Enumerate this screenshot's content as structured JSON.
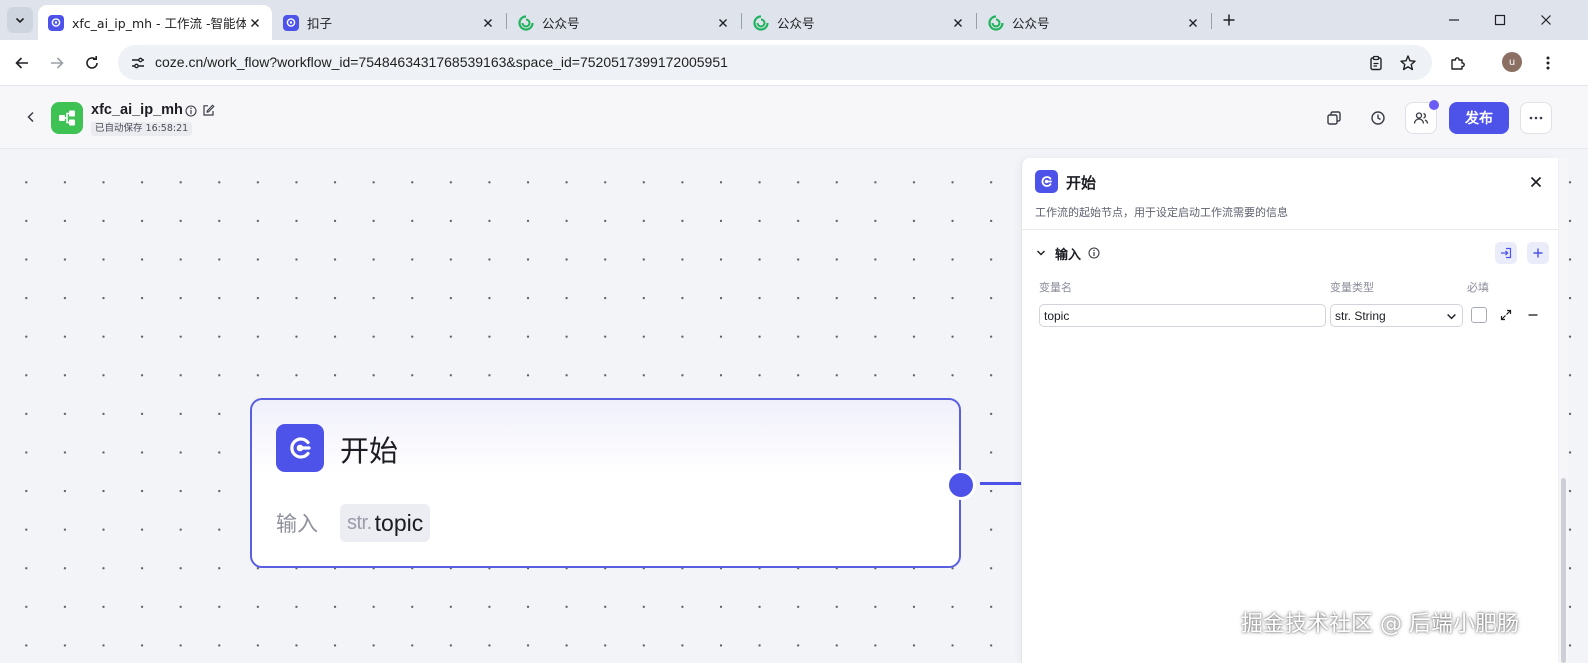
{
  "browser": {
    "tabs": [
      {
        "title": "xfc_ai_ip_mh - 工作流 -智能体",
        "favicon": "coze-icon",
        "active": true
      },
      {
        "title": "扣子",
        "favicon": "coze-icon",
        "active": false
      },
      {
        "title": "公众号",
        "favicon": "wechat-mp-icon",
        "active": false
      },
      {
        "title": "公众号",
        "favicon": "wechat-mp-icon",
        "active": false
      },
      {
        "title": "公众号",
        "favicon": "wechat-mp-icon",
        "active": false
      }
    ],
    "url": "coze.cn/work_flow?workflow_id=7548463431768539163&space_id=7520517399172005951",
    "profile_initial": "u"
  },
  "header": {
    "workflow_name": "xfc_ai_ip_mh",
    "autosave": "已自动保存 16:58:21",
    "publish_label": "发布"
  },
  "node": {
    "title": "开始",
    "input_label": "输入",
    "param_type": "str.",
    "param_name": "topic"
  },
  "panel": {
    "title": "开始",
    "description": "工作流的起始节点，用于设定启动工作流需要的信息",
    "section_title": "输入",
    "columns": {
      "name": "变量名",
      "type": "变量类型",
      "required": "必填"
    },
    "variables": [
      {
        "name": "topic",
        "type": "str. String",
        "required": false
      }
    ]
  },
  "watermark": "掘金技术社区 @ 后端小肥肠",
  "colors": {
    "accent": "#4d53e8",
    "workflow_logo": "#3ec254"
  }
}
